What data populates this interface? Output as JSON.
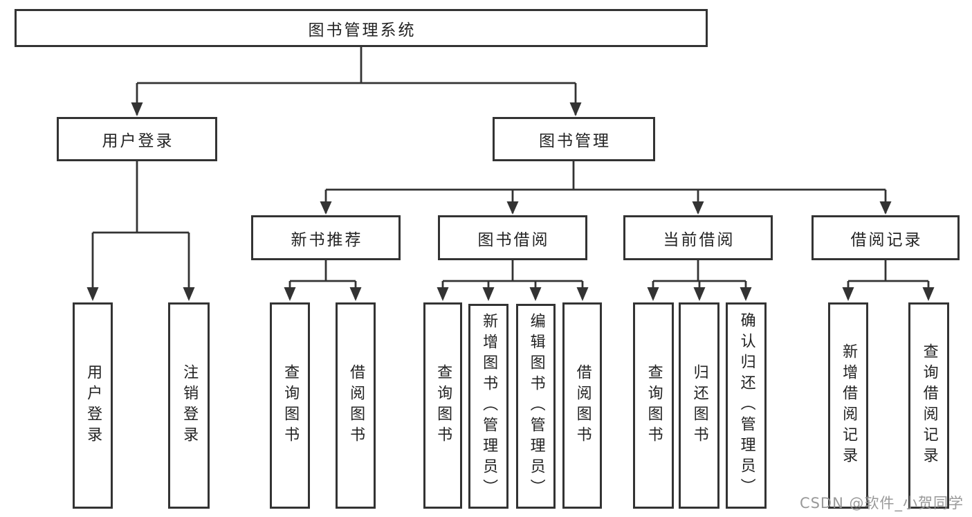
{
  "diagram": {
    "root": {
      "label": "图书管理系统",
      "children": [
        {
          "label": "用户登录",
          "children": [
            {
              "label": "用户登录"
            },
            {
              "label": "注销登录"
            }
          ]
        },
        {
          "label": "图书管理",
          "children": [
            {
              "label": "新书推荐",
              "children": [
                {
                  "label": "查询图书"
                },
                {
                  "label": "借阅图书"
                }
              ]
            },
            {
              "label": "图书借阅",
              "children": [
                {
                  "label": "查询图书"
                },
                {
                  "label": "新增图书（管理员）"
                },
                {
                  "label": "编辑图书（管理员）"
                },
                {
                  "label": "借阅图书"
                }
              ]
            },
            {
              "label": "当前借阅",
              "children": [
                {
                  "label": "查询图书"
                },
                {
                  "label": "归还图书"
                },
                {
                  "label": "确认归还（管理员）"
                }
              ]
            },
            {
              "label": "借阅记录",
              "children": [
                {
                  "label": "新增借阅记录"
                },
                {
                  "label": "查询借阅记录"
                }
              ]
            }
          ]
        }
      ]
    },
    "line_color": "#333333"
  },
  "watermark": {
    "text": "CSDN @软件_小贺同学"
  }
}
